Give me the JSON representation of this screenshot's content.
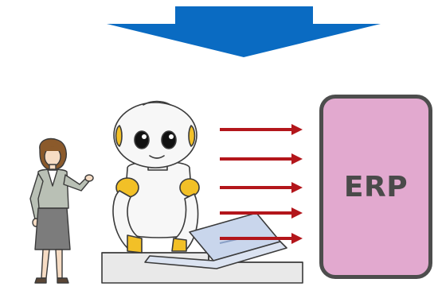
{
  "erp": {
    "label": "ERP"
  },
  "colors": {
    "down_arrow": "#0a6bc2",
    "flow_arrows": "#b3161b",
    "erp_fill": "#e2a9cf",
    "erp_border": "#4d4d4d",
    "robot_accent": "#f2c027",
    "laptop": "#c9d6ec"
  },
  "icons": {
    "top": "down-arrow-icon",
    "woman": "businesswoman-illustration",
    "robot": "robot-illustration",
    "laptop": "laptop-icon",
    "arrows": "right-arrow-icon"
  },
  "flow_arrow_count": 5
}
